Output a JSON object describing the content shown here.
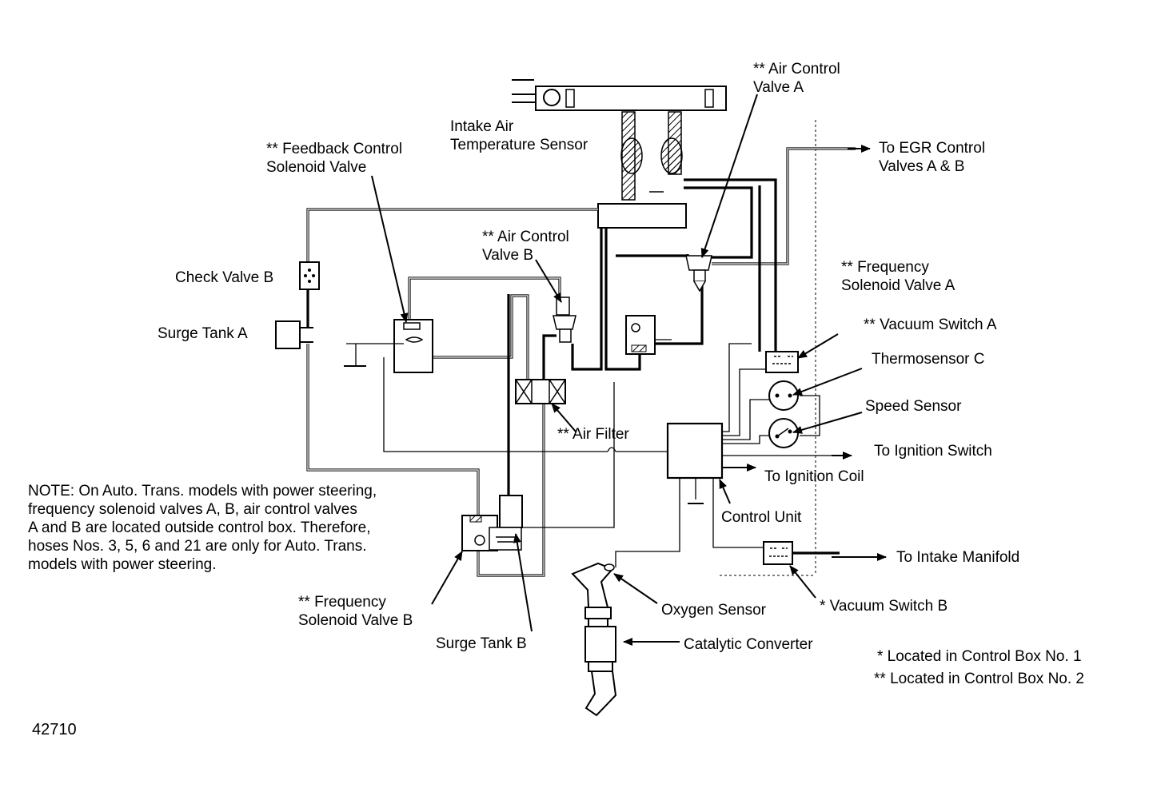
{
  "labels": {
    "air_control_valve_a": [
      "** Air Control",
      "Valve A"
    ],
    "intake_air_temp_sensor": [
      "Intake Air",
      "Temperature Sensor"
    ],
    "feedback_control_solenoid": [
      "** Feedback Control",
      "Solenoid Valve"
    ],
    "to_egr_control": [
      "To EGR Control",
      "Valves A & B"
    ],
    "air_control_valve_b": [
      "** Air Control",
      "Valve B"
    ],
    "frequency_solenoid_a": [
      "** Frequency",
      "Solenoid Valve A"
    ],
    "check_valve_b": "Check Valve B",
    "surge_tank_a": "Surge Tank A",
    "vacuum_switch_a": "** Vacuum Switch A",
    "thermosensor_c": "Thermosensor C",
    "speed_sensor": "Speed Sensor",
    "air_filter": "** Air Filter",
    "to_ignition_switch": "To Ignition Switch",
    "to_ignition_coil": "To Ignition Coil",
    "control_unit": "Control Unit",
    "to_intake_manifold": "To Intake Manifold",
    "frequency_solenoid_b": [
      "** Frequency",
      "Solenoid Valve B"
    ],
    "oxygen_sensor": "Oxygen Sensor",
    "vacuum_switch_b": "* Vacuum Switch B",
    "surge_tank_b": "Surge Tank B",
    "catalytic_converter": "Catalytic Converter"
  },
  "note": [
    "NOTE: On Auto. Trans. models with power steering,",
    "frequency solenoid valves A, B, air control valves",
    "A and B are located outside control box. Therefore,",
    "hoses Nos. 3, 5, 6 and 21 are only for Auto. Trans.",
    "models with power steering."
  ],
  "legend": [
    "* Located in Control Box No. 1",
    "** Located in Control Box No. 2"
  ],
  "figure_number": "42710"
}
